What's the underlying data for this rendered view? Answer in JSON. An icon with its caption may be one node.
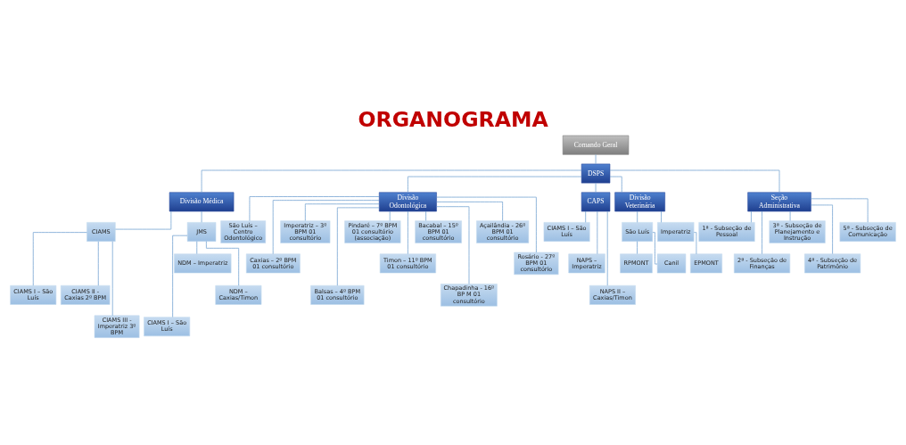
{
  "diagram": {
    "title": "ORGANOGRAMA",
    "nodes": [
      {
        "text": [
          "Comando Geral"
        ]
      },
      {
        "text": [
          "DSPS"
        ]
      },
      {
        "text": [
          "Divisão Médica"
        ]
      },
      {
        "text": [
          "CIAMS"
        ]
      },
      {
        "text": [
          "JMS"
        ]
      },
      {
        "text": [
          "CIAMS I – São Luís"
        ]
      },
      {
        "text": [
          "CIAMS II - Caxias 2º BPM"
        ]
      },
      {
        "text": [
          "CIAMS III - Imperatriz 3º BPM"
        ]
      },
      {
        "text": [
          "CIAMS I – São Luís"
        ]
      },
      {
        "text": [
          "NDM – Imperatriz"
        ]
      },
      {
        "text": [
          "NDM – Caxias/Timon"
        ]
      },
      {
        "text": [
          "Divisão Odontológica"
        ]
      },
      {
        "text": [
          "São Luís – Centro Odontológico"
        ]
      },
      {
        "text": [
          "Caxias – 2º BPM 01 consultório"
        ]
      },
      {
        "text": [
          "Imperatriz – 3º BPM 01 consultório"
        ]
      },
      {
        "text": [
          "Balsas – 4º BPM 01 consultório"
        ]
      },
      {
        "text": [
          "Pindaré – 7º BPM 01 consultório (associação)"
        ]
      },
      {
        "text": [
          "Timon – 11º BPM 01 consultório"
        ]
      },
      {
        "text": [
          "Bacabal – 15º BPM 01 consultório"
        ]
      },
      {
        "text": [
          "Chapadinha - 16º BP M 01 consultório"
        ]
      },
      {
        "text": [
          "Açailândia - 26º BPM 01 consultório"
        ]
      },
      {
        "text": [
          "Rosário - 27º BPM 01 consultório"
        ]
      },
      {
        "text": [
          "CAPS"
        ]
      },
      {
        "text": [
          "CIAMS I – São Luís"
        ]
      },
      {
        "text": [
          "NAPS – Imperatriz"
        ]
      },
      {
        "text": [
          "NAPS II – Caxias/Timon"
        ]
      },
      {
        "text": [
          "Divisão Veterinária"
        ]
      },
      {
        "text": [
          "São Luís"
        ]
      },
      {
        "text": [
          "Imperatriz"
        ]
      },
      {
        "text": [
          "RPMONT"
        ]
      },
      {
        "text": [
          "Canil"
        ]
      },
      {
        "text": [
          "EPMONT"
        ]
      },
      {
        "text": [
          "Seção Administrativa"
        ]
      },
      {
        "text": [
          "1ª - Subseção de Pessoal"
        ]
      },
      {
        "text": [
          "2ª - Subseção de Finanças"
        ]
      },
      {
        "text": [
          "3ª - Subseção de Planejamento e Instrução"
        ]
      },
      {
        "text": [
          "4ª - Subseção de Patrimônio"
        ]
      },
      {
        "text": [
          "5ª - Subseção de Comunicação"
        ]
      }
    ],
    "edges": [
      {
        "from": 0,
        "to": 1,
        "arrow": "none"
      },
      {
        "from": 1,
        "to": 2,
        "arrow": "none"
      },
      {
        "from": 1,
        "to": 11,
        "arrow": "none"
      },
      {
        "from": 1,
        "to": 22,
        "arrow": "none"
      },
      {
        "from": 1,
        "to": 26,
        "arrow": "none"
      },
      {
        "from": 1,
        "to": 32,
        "arrow": "none"
      },
      {
        "from": 2,
        "to": 3,
        "arrow": "none"
      },
      {
        "from": 2,
        "to": 4,
        "arrow": "none"
      },
      {
        "from": 3,
        "to": 5,
        "arrow": "none"
      },
      {
        "from": 3,
        "to": 6,
        "arrow": "none"
      },
      {
        "from": 3,
        "to": 7,
        "arrow": "none"
      },
      {
        "from": 4,
        "to": 8,
        "arrow": "none"
      },
      {
        "from": 4,
        "to": 9,
        "arrow": "none"
      },
      {
        "from": 4,
        "to": 10,
        "arrow": "none"
      },
      {
        "from": 11,
        "to": 12,
        "arrow": "none"
      },
      {
        "from": 11,
        "to": 13,
        "arrow": "none"
      },
      {
        "from": 11,
        "to": 14,
        "arrow": "none"
      },
      {
        "from": 11,
        "to": 15,
        "arrow": "none"
      },
      {
        "from": 11,
        "to": 16,
        "arrow": "none"
      },
      {
        "from": 11,
        "to": 17,
        "arrow": "none"
      },
      {
        "from": 11,
        "to": 18,
        "arrow": "none"
      },
      {
        "from": 11,
        "to": 19,
        "arrow": "none"
      },
      {
        "from": 11,
        "to": 20,
        "arrow": "none"
      },
      {
        "from": 11,
        "to": 21,
        "arrow": "none"
      },
      {
        "from": 22,
        "to": 23,
        "arrow": "none"
      },
      {
        "from": 22,
        "to": 24,
        "arrow": "none"
      },
      {
        "from": 22,
        "to": 25,
        "arrow": "none"
      },
      {
        "from": 26,
        "to": 27,
        "arrow": "none"
      },
      {
        "from": 26,
        "to": 28,
        "arrow": "none"
      },
      {
        "from": 27,
        "to": 29,
        "arrow": "none"
      },
      {
        "from": 27,
        "to": 30,
        "arrow": "none"
      },
      {
        "from": 28,
        "to": 31,
        "arrow": "none"
      },
      {
        "from": 32,
        "to": 33,
        "arrow": "none"
      },
      {
        "from": 32,
        "to": 34,
        "arrow": "none"
      },
      {
        "from": 32,
        "to": 35,
        "arrow": "none"
      },
      {
        "from": 32,
        "to": 36,
        "arrow": "none"
      },
      {
        "from": 32,
        "to": 37,
        "arrow": "none"
      }
    ]
  }
}
